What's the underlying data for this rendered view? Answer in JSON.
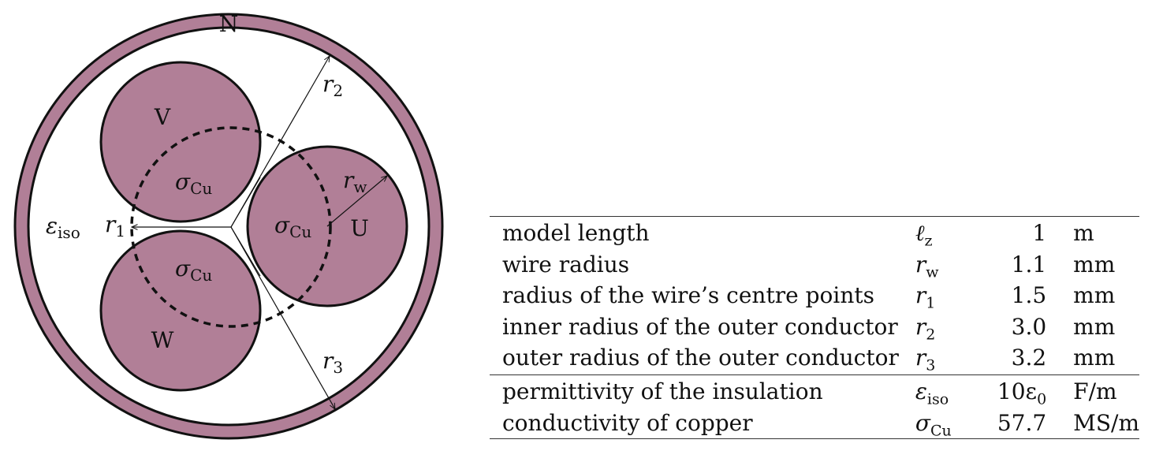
{
  "diagram": {
    "conductor_fill": "#b17f97",
    "labels": {
      "neutral": "N",
      "phase_v": "V",
      "phase_u": "U",
      "phase_w": "W",
      "sigma_base": "σ",
      "sigma_sub": "Cu",
      "eps_base": "ε",
      "eps_sub": "iso",
      "r1_base": "r",
      "r1_sub": "1",
      "r2_base": "r",
      "r2_sub": "2",
      "r3_base": "r",
      "r3_sub": "3",
      "rw_base": "r",
      "rw_sub": "w"
    }
  },
  "table": {
    "rows": [
      {
        "desc": "model length",
        "sym": "ℓ",
        "sym_sub": "z",
        "val": "1",
        "val_sub": "",
        "unit": "m"
      },
      {
        "desc": "wire radius",
        "sym": "r",
        "sym_sub": "w",
        "val": "1.1",
        "val_sub": "",
        "unit": "mm"
      },
      {
        "desc": "radius of the wire’s centre points",
        "sym": "r",
        "sym_sub": "1",
        "val": "1.5",
        "val_sub": "",
        "unit": "mm"
      },
      {
        "desc": "inner radius of the outer conductor",
        "sym": "r",
        "sym_sub": "2",
        "val": "3.0",
        "val_sub": "",
        "unit": "mm"
      },
      {
        "desc": "outer radius of the outer conductor",
        "sym": "r",
        "sym_sub": "3",
        "val": "3.2",
        "val_sub": "",
        "unit": "mm"
      },
      {
        "desc": "permittivity of the insulation",
        "sym": "ε",
        "sym_sub": "iso",
        "val": "10ε",
        "val_sub": "0",
        "unit": "F/m"
      },
      {
        "desc": "conductivity of copper",
        "sym": "σ",
        "sym_sub": "Cu",
        "val": "57.7",
        "val_sub": "",
        "unit": "MS/m"
      }
    ]
  }
}
